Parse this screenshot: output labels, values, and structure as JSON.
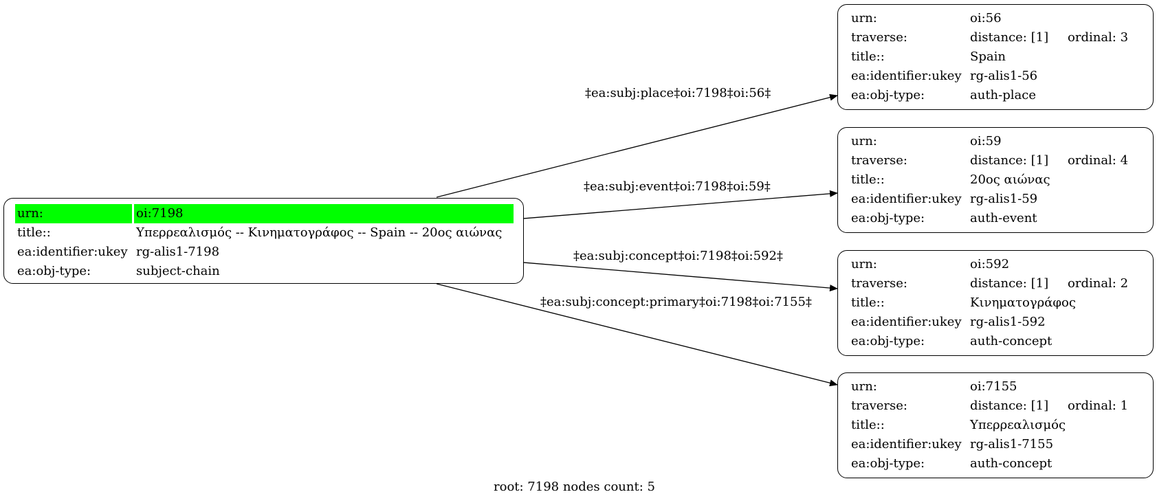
{
  "root_node": {
    "highlight_color": "#00ff00",
    "rows": [
      {
        "key": "urn:",
        "value": "oi:7198"
      },
      {
        "key": "title::",
        "value": "Υπερρεαλισμός -- Κινηματογράφος -- Spain -- 20ος αιώνας"
      },
      {
        "key": "ea:identifier:ukey",
        "value": "rg-alis1-7198"
      },
      {
        "key": "ea:obj-type:",
        "value": "subject-chain"
      }
    ]
  },
  "child_nodes": [
    {
      "urn": "oi:56",
      "distance": "distance: [1]",
      "ordinal": "ordinal: 3",
      "title": "Spain",
      "ukey": "rg-alis1-56",
      "obj_type": "auth-place"
    },
    {
      "urn": "oi:59",
      "distance": "distance: [1]",
      "ordinal": "ordinal: 4",
      "title": "20ος αιώνας",
      "ukey": "rg-alis1-59",
      "obj_type": "auth-event"
    },
    {
      "urn": "oi:592",
      "distance": "distance: [1]",
      "ordinal": "ordinal: 2",
      "title": "Κινηματογράφος",
      "ukey": "rg-alis1-592",
      "obj_type": "auth-concept"
    },
    {
      "urn": "oi:7155",
      "distance": "distance: [1]",
      "ordinal": "ordinal: 1",
      "title": "Υπερρεαλισμός",
      "ukey": "rg-alis1-7155",
      "obj_type": "auth-concept"
    }
  ],
  "child_keys": {
    "urn": "urn:",
    "traverse": "traverse:",
    "title": "title::",
    "ukey": "ea:identifier:ukey",
    "obj_type": "ea:obj-type:"
  },
  "edges": [
    {
      "label": "‡ea:subj:place‡oi:7198‡oi:56‡"
    },
    {
      "label": "‡ea:subj:event‡oi:7198‡oi:59‡"
    },
    {
      "label": "‡ea:subj:concept‡oi:7198‡oi:592‡"
    },
    {
      "label": "‡ea:subj:concept:primary‡oi:7198‡oi:7155‡"
    }
  ],
  "footer": "root: 7198 nodes count: 5"
}
